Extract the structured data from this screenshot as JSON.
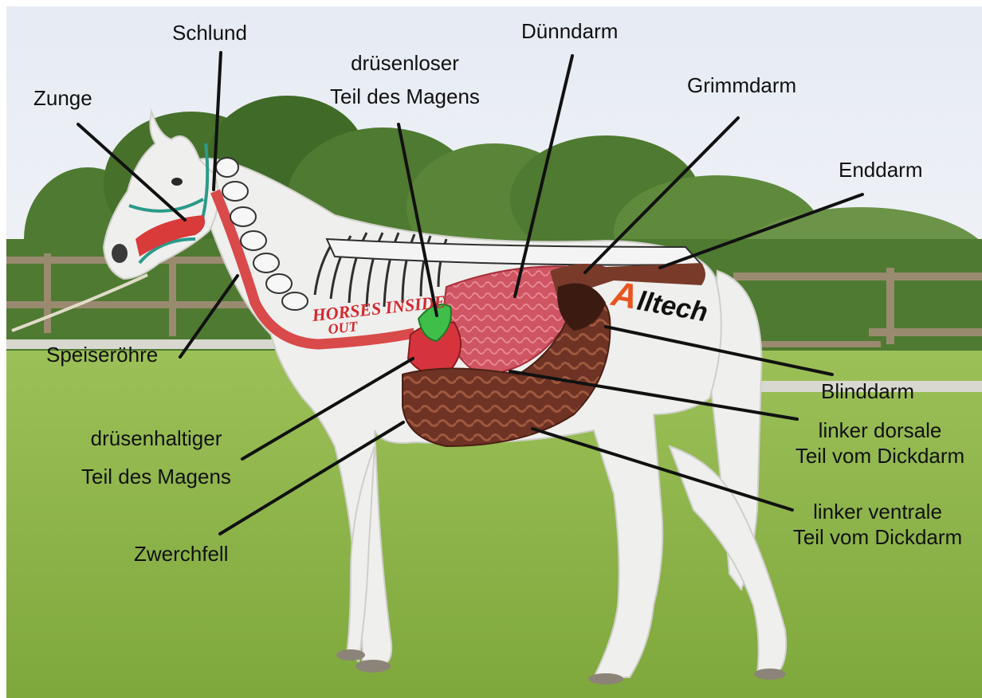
{
  "labels": {
    "schlund": "Schlund",
    "zunge": "Zunge",
    "druesenloser_line1": "drüsenloser",
    "druesenloser_line2": "Teil des Magens",
    "duenndarm": "Dünndarm",
    "grimmdarm": "Grimmdarm",
    "enddarm": "Enddarm",
    "speiseroehre": "Speiseröhre",
    "blinddarm": "Blinddarm",
    "dorsal_line1": "linker dorsale",
    "dorsal_line2": "Teil vom Dickdarm",
    "druesenhaltiger_line1": "drüsenhaltiger",
    "druesenhaltiger_line2": "Teil des Magens",
    "ventral_line1": "linker ventrale",
    "ventral_line2": "Teil vom Dickdarm",
    "zwerchfell": "Zwerchfell"
  },
  "painted_text": {
    "horses_line1": "HORSES INSIDE",
    "horses_line2": "OUT"
  },
  "logo": {
    "mark": "A",
    "text": "lltech",
    "mark_color": "#e8541f",
    "text_color": "#111111"
  },
  "colors": {
    "sky": "#e9eef6",
    "grass": "#8fb648",
    "horse": "#eeeeec",
    "esophagus": "#d94a4a",
    "stomach_green": "#3fbf4a",
    "intestine": "#7a3a2a",
    "small_intestine": "#c84a55"
  }
}
